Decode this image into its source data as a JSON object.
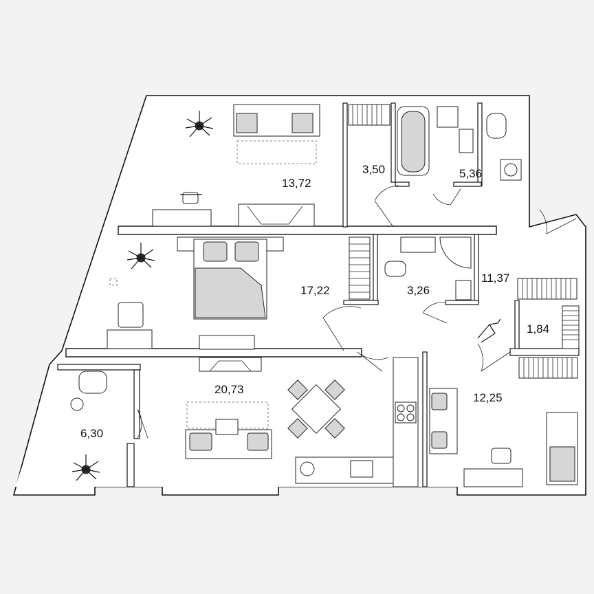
{
  "floor_plan": {
    "rooms": [
      {
        "id": "bedroom-north",
        "area": "13,72"
      },
      {
        "id": "wardrobe-north",
        "area": "3,50"
      },
      {
        "id": "bathroom",
        "area": "5,36"
      },
      {
        "id": "bedroom-master",
        "area": "17,22"
      },
      {
        "id": "shower-room",
        "area": "3,26"
      },
      {
        "id": "hall",
        "area": "11,37"
      },
      {
        "id": "storage",
        "area": "1,84"
      },
      {
        "id": "living-kitchen",
        "area": "20,73"
      },
      {
        "id": "balcony",
        "area": "6,30"
      },
      {
        "id": "bedroom-south",
        "area": "12,25"
      }
    ],
    "colors": {
      "wall": "#111111",
      "floor": "#ffffff",
      "background": "#f3f3f3",
      "furniture_fill": "#d6d6d6"
    }
  }
}
